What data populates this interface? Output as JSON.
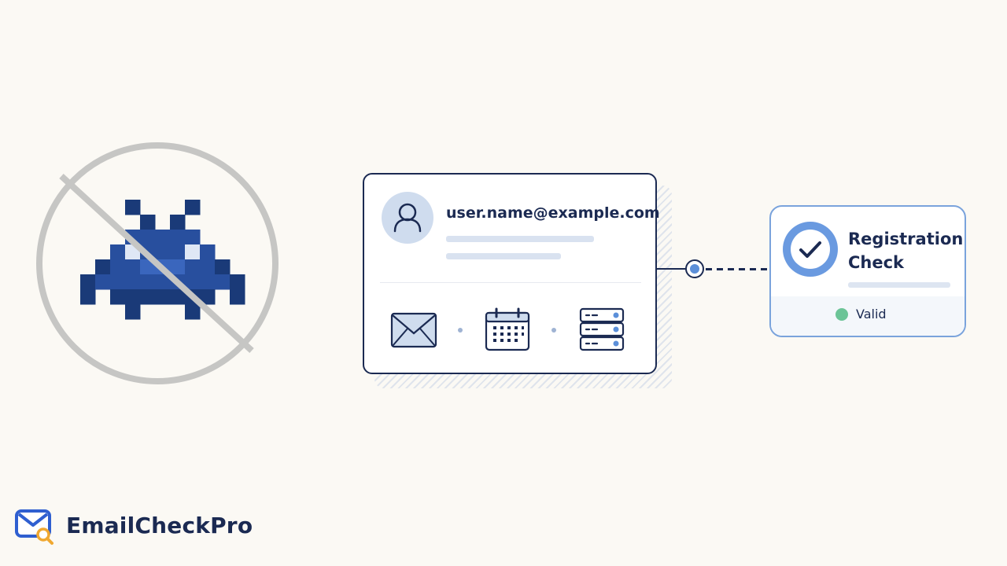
{
  "illustration": {
    "forbidden_icon": "no-space-invader-icon"
  },
  "email_card": {
    "email": "user.name@example.com",
    "avatar_icon": "user-icon",
    "icons": [
      "envelope-icon",
      "calendar-icon",
      "server-icon"
    ]
  },
  "registration_card": {
    "title": "Registration Check",
    "check_icon": "checkmark-icon",
    "status": "Valid",
    "status_color": "#6cc497"
  },
  "brand": {
    "name": "EmailCheckPro",
    "logo_icon": "email-search-logo-icon"
  },
  "colors": {
    "primary": "#1b2a52",
    "accent": "#5b8fd9",
    "valid": "#6cc497",
    "background": "#fbf9f4"
  }
}
